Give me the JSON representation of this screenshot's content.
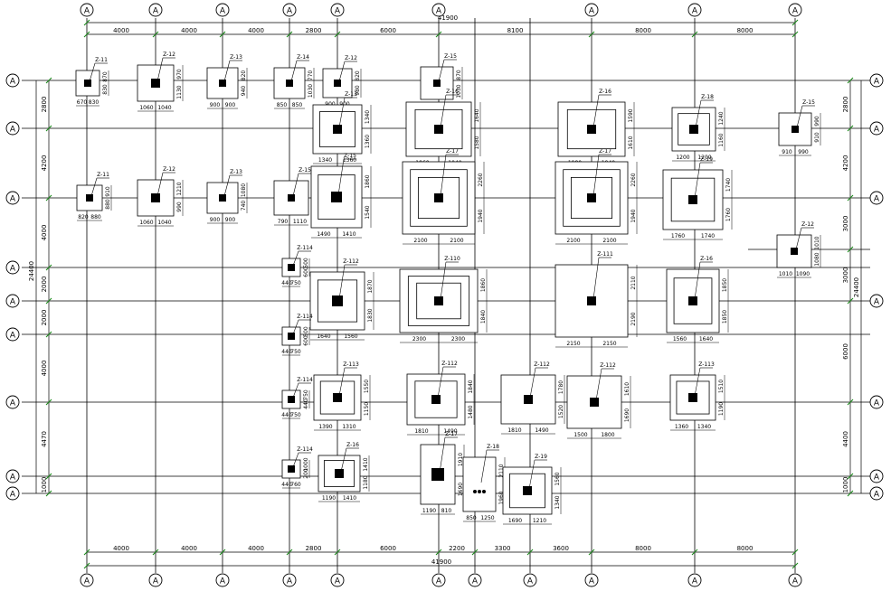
{
  "grid_bubble_label": "A",
  "top_dims": [
    "4000",
    "4000",
    "4000",
    "2800",
    "6000",
    "8100",
    "8000",
    "8000"
  ],
  "top_total": "41900",
  "bottom_dims": [
    "4000",
    "4000",
    "4000",
    "2800",
    "6000",
    "2200",
    "3300",
    "3600",
    "8000",
    "8000"
  ],
  "bottom_total": "41900",
  "left_dims": [
    "2800",
    "4200",
    "4000",
    "2000",
    "2000",
    "4000",
    "4470",
    "1000"
  ],
  "left_total": "24400",
  "right_dims": [
    "2800",
    "4200",
    "3000",
    "3000",
    "6000",
    "4400",
    "1000"
  ],
  "right_total": "24400",
  "footings": [
    {
      "tag": "Z-11",
      "dims": [
        "670",
        "830",
        "830",
        "870"
      ]
    },
    {
      "tag": "Z-12",
      "dims": [
        "1060",
        "1040",
        "1130",
        "970"
      ]
    },
    {
      "tag": "Z-13",
      "dims": [
        "900",
        "900",
        "940",
        "820"
      ]
    },
    {
      "tag": "Z-14",
      "dims": [
        "850",
        "850",
        "1030",
        "770"
      ]
    },
    {
      "tag": "Z-12",
      "dims": [
        "900",
        "900",
        "980",
        "820"
      ]
    },
    {
      "tag": "Z-15",
      "dims": [
        "1080",
        "840",
        "1030",
        "870"
      ]
    },
    {
      "tag": "Z-13",
      "dims": [
        "1340",
        "1360",
        "1360",
        "1340"
      ]
    },
    {
      "tag": "Z-16",
      "dims": [
        "1860",
        "1040",
        "1580",
        "1640"
      ]
    },
    {
      "tag": "Z-16",
      "dims": [
        "1980",
        "1940",
        "1610",
        "1590"
      ]
    },
    {
      "tag": "Z-18",
      "dims": [
        "1200",
        "1200",
        "1160",
        "1240"
      ]
    },
    {
      "tag": "Z-15",
      "dims": [
        "910",
        "990",
        "910",
        "990"
      ]
    },
    {
      "tag": "Z-11",
      "dims": [
        "820",
        "880",
        "880",
        "910"
      ]
    },
    {
      "tag": "Z-12",
      "dims": [
        "1060",
        "1040",
        "990",
        "1210"
      ]
    },
    {
      "tag": "Z-13",
      "dims": [
        "900",
        "900",
        "740",
        "1080"
      ]
    },
    {
      "tag": "Z-15",
      "dims": [
        "790",
        "1110",
        "790",
        "1110"
      ]
    },
    {
      "tag": "Z-15",
      "dims": [
        "1490",
        "1410",
        "1540",
        "1860"
      ]
    },
    {
      "tag": "Z-17",
      "dims": [
        "2100",
        "2100",
        "1940",
        "2260"
      ]
    },
    {
      "tag": "Z-17",
      "dims": [
        "2100",
        "2100",
        "1940",
        "2260"
      ]
    },
    {
      "tag": "Z-19",
      "dims": [
        "1760",
        "1740",
        "1760",
        "1740"
      ]
    },
    {
      "tag": "Z-12",
      "dims": [
        "1010",
        "1090",
        "1080",
        "1010"
      ]
    },
    {
      "tag": "Z-114",
      "dims": [
        "440",
        "750",
        "600",
        "500"
      ]
    },
    {
      "tag": "Z-112",
      "dims": [
        "1640",
        "1560",
        "1830",
        "1870"
      ]
    },
    {
      "tag": "Z-110",
      "dims": [
        "2300",
        "2300",
        "1840",
        "1860"
      ]
    },
    {
      "tag": "Z-111",
      "dims": [
        "2150",
        "2150",
        "2190",
        "2110"
      ]
    },
    {
      "tag": "Z-16",
      "dims": [
        "1560",
        "1640",
        "1850",
        "1850"
      ]
    },
    {
      "tag": "Z-114",
      "dims": [
        "440",
        "750",
        "600",
        "500"
      ]
    },
    {
      "tag": "Z-114",
      "dims": [
        "440",
        "750",
        "440",
        "750"
      ]
    },
    {
      "tag": "Z-113",
      "dims": [
        "1390",
        "1310",
        "1150",
        "1550"
      ]
    },
    {
      "tag": "Z-112",
      "dims": [
        "1810",
        "1490",
        "1480",
        "1840"
      ]
    },
    {
      "tag": "Z-112",
      "dims": [
        "1810",
        "1490",
        "1520",
        "1780"
      ]
    },
    {
      "tag": "Z-112",
      "dims": [
        "1500",
        "1800",
        "1690",
        "1610"
      ]
    },
    {
      "tag": "Z-113",
      "dims": [
        "1360",
        "1340",
        "1190",
        "1510"
      ]
    },
    {
      "tag": "Z-114",
      "dims": [
        "440",
        "760",
        "200",
        "1000"
      ]
    },
    {
      "tag": "Z-16",
      "dims": [
        "1190",
        "1410",
        "1180",
        "1410"
      ]
    },
    {
      "tag": "Z-17",
      "dims": [
        "1190",
        "810",
        "1690",
        "1910"
      ]
    },
    {
      "tag": "Z-18",
      "dims": [
        "850",
        "1250",
        "1960",
        "2110"
      ]
    },
    {
      "tag": "Z-19",
      "dims": [
        "1690",
        "1210",
        "1340",
        "1560"
      ]
    }
  ]
}
